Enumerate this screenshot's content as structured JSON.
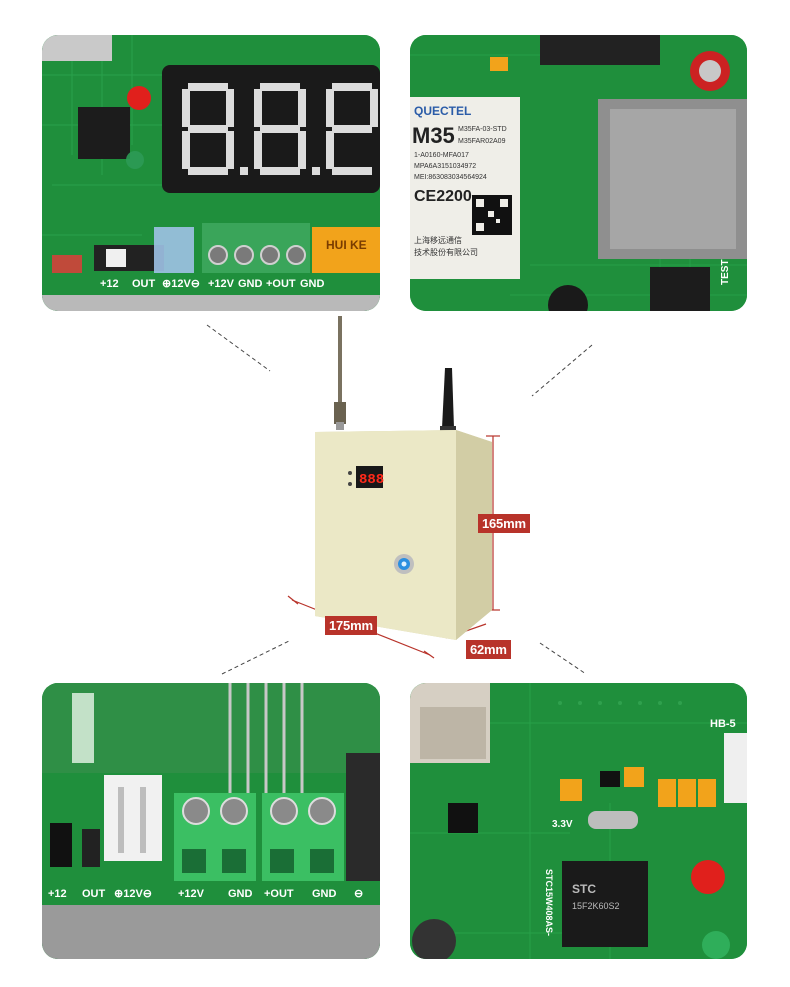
{
  "dimensions": {
    "height": "165mm",
    "width": "175mm",
    "depth": "62mm"
  },
  "display": {
    "digits": "888"
  },
  "photo_top_left": {
    "terminal_labels": [
      "+12V",
      "GND",
      "+OUT",
      "GND"
    ],
    "switch_labels": [
      "+12",
      "OUT",
      "⊕12V⊖"
    ],
    "relay_text": "HUI KE"
  },
  "photo_top_right": {
    "module_brand": "QUECTEL",
    "module_model": "M35",
    "module_line1": "M35FA-03-STD",
    "module_line2": "M35FAR02A09",
    "module_line3": "1-A0160-MFA017",
    "module_line4": "MPA6A3151034972",
    "module_line5": "MEI:863083034564924",
    "module_ce": "CE2200",
    "module_line6": "上海移远通信",
    "module_line7": "技术股份有限公司",
    "side_label": "TEST"
  },
  "photo_bottom_left": {
    "silk_labels": [
      "+12",
      "OUT",
      "⊕12V⊖",
      "+12V",
      "GND",
      "+OUT",
      "GND",
      "⊖"
    ]
  },
  "photo_bottom_right": {
    "chip_text1": "STC",
    "chip_text2": "15F2K60S2",
    "board_label": "HB-5",
    "silk_side": "STC15W408AS-",
    "crystal_label": "3.3V"
  },
  "colors": {
    "pcb_green": "#1f8f3c",
    "terminal_green": "#3aa55a",
    "label_red": "#b8332a",
    "enclosure": "#e9e6c4"
  }
}
